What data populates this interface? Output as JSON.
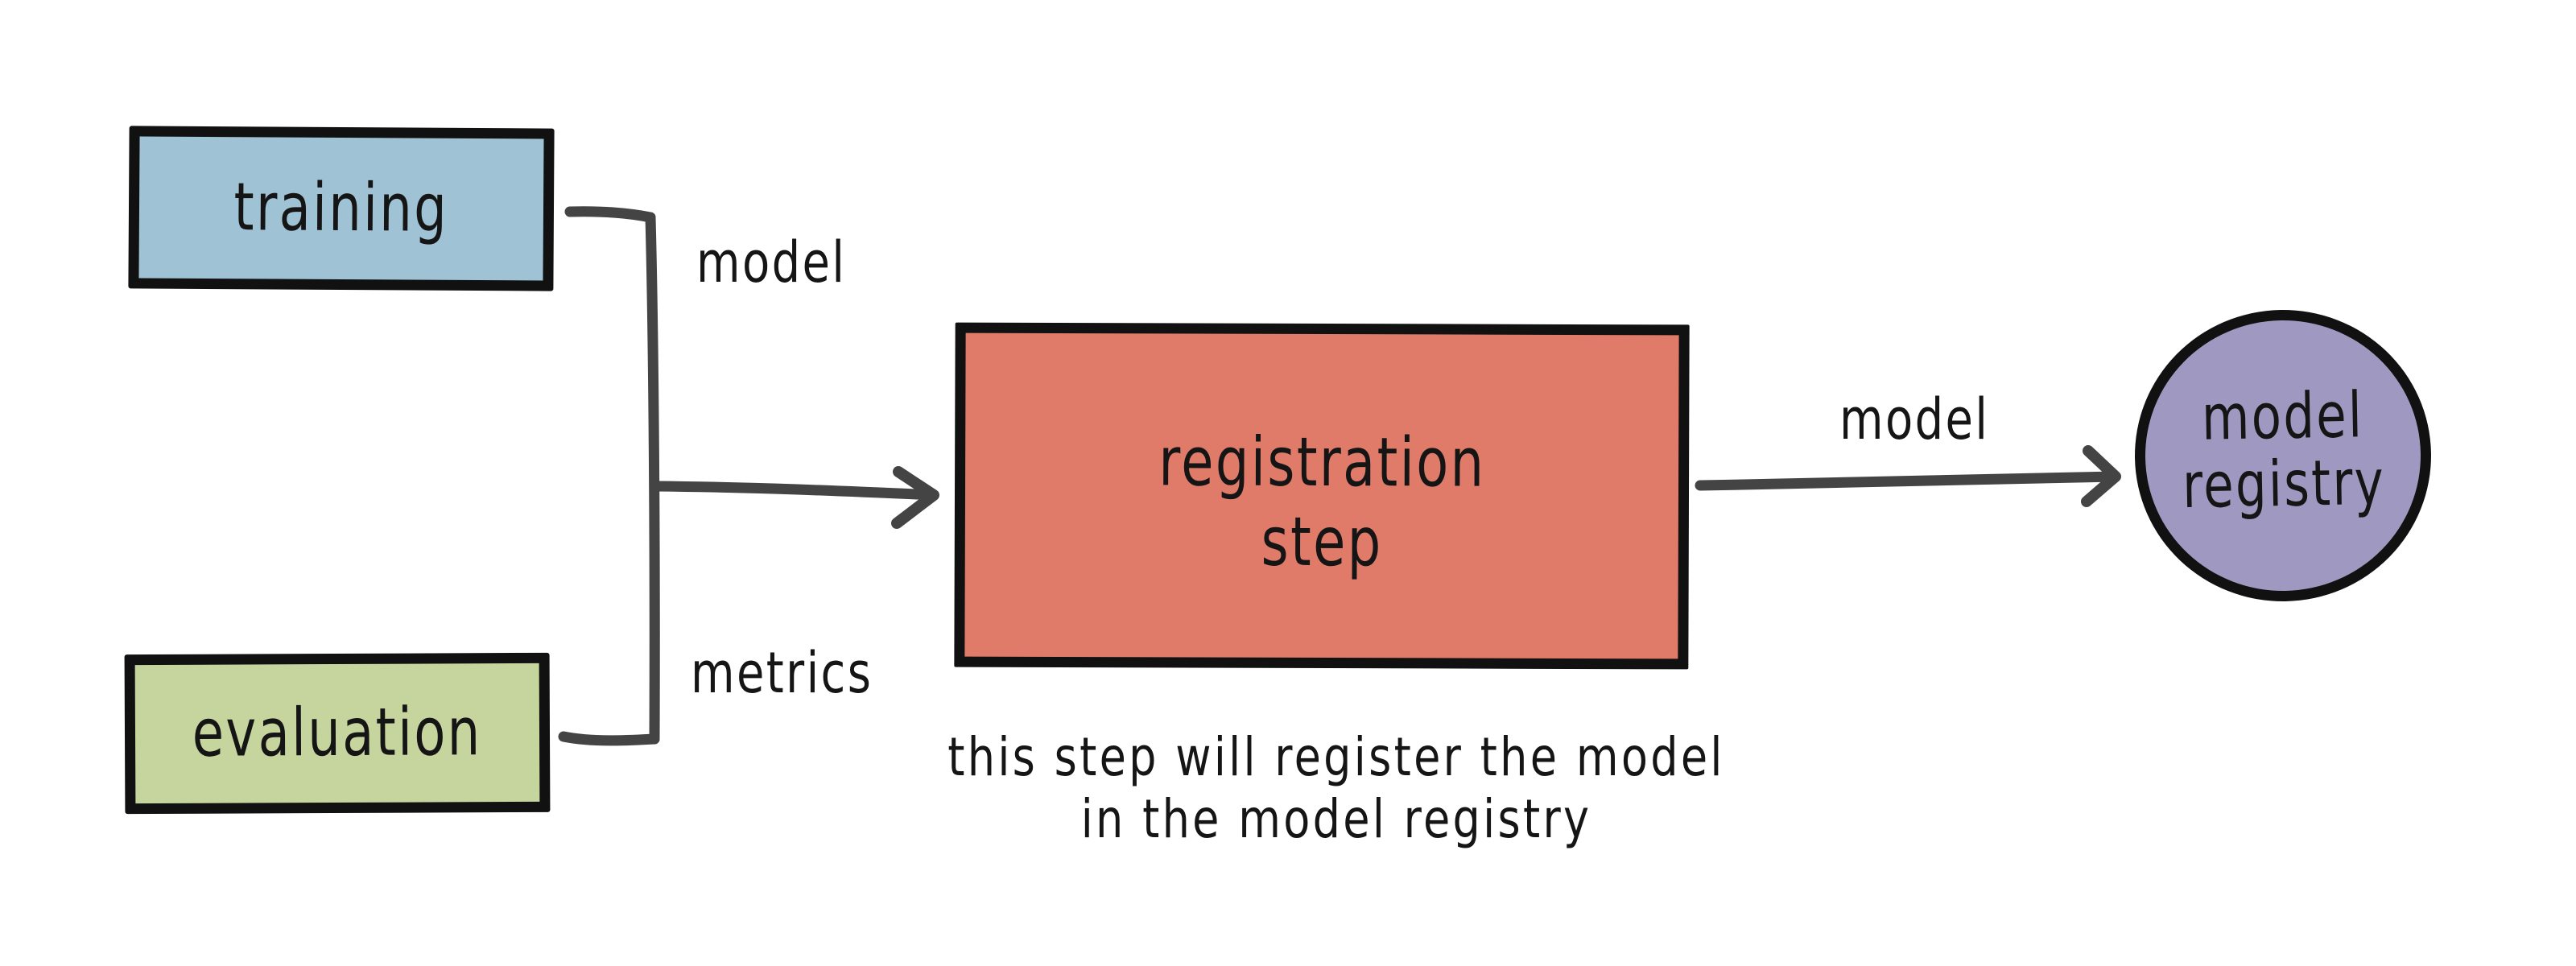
{
  "diagram": {
    "nodes": [
      {
        "id": "training",
        "label": "training",
        "shape": "rectangle",
        "fill": "#9fc3d5"
      },
      {
        "id": "evaluation",
        "label": "evaluation",
        "shape": "rectangle",
        "fill": "#c6d59e"
      },
      {
        "id": "registration",
        "label": "registration\nstep",
        "shape": "rectangle",
        "fill": "#e07b69"
      },
      {
        "id": "model_registry",
        "label": "model\nregistry",
        "shape": "circle",
        "fill": "#9f99c1"
      }
    ],
    "edge_labels": {
      "training_to_registration": "model",
      "evaluation_to_registration": "metrics",
      "registration_to_registry": "model"
    },
    "annotation": "this step will register the model in\nthe model registry",
    "colors": {
      "stroke": "#111111",
      "connector": "#444444",
      "text": "#151515",
      "background": "#ffffff"
    }
  }
}
